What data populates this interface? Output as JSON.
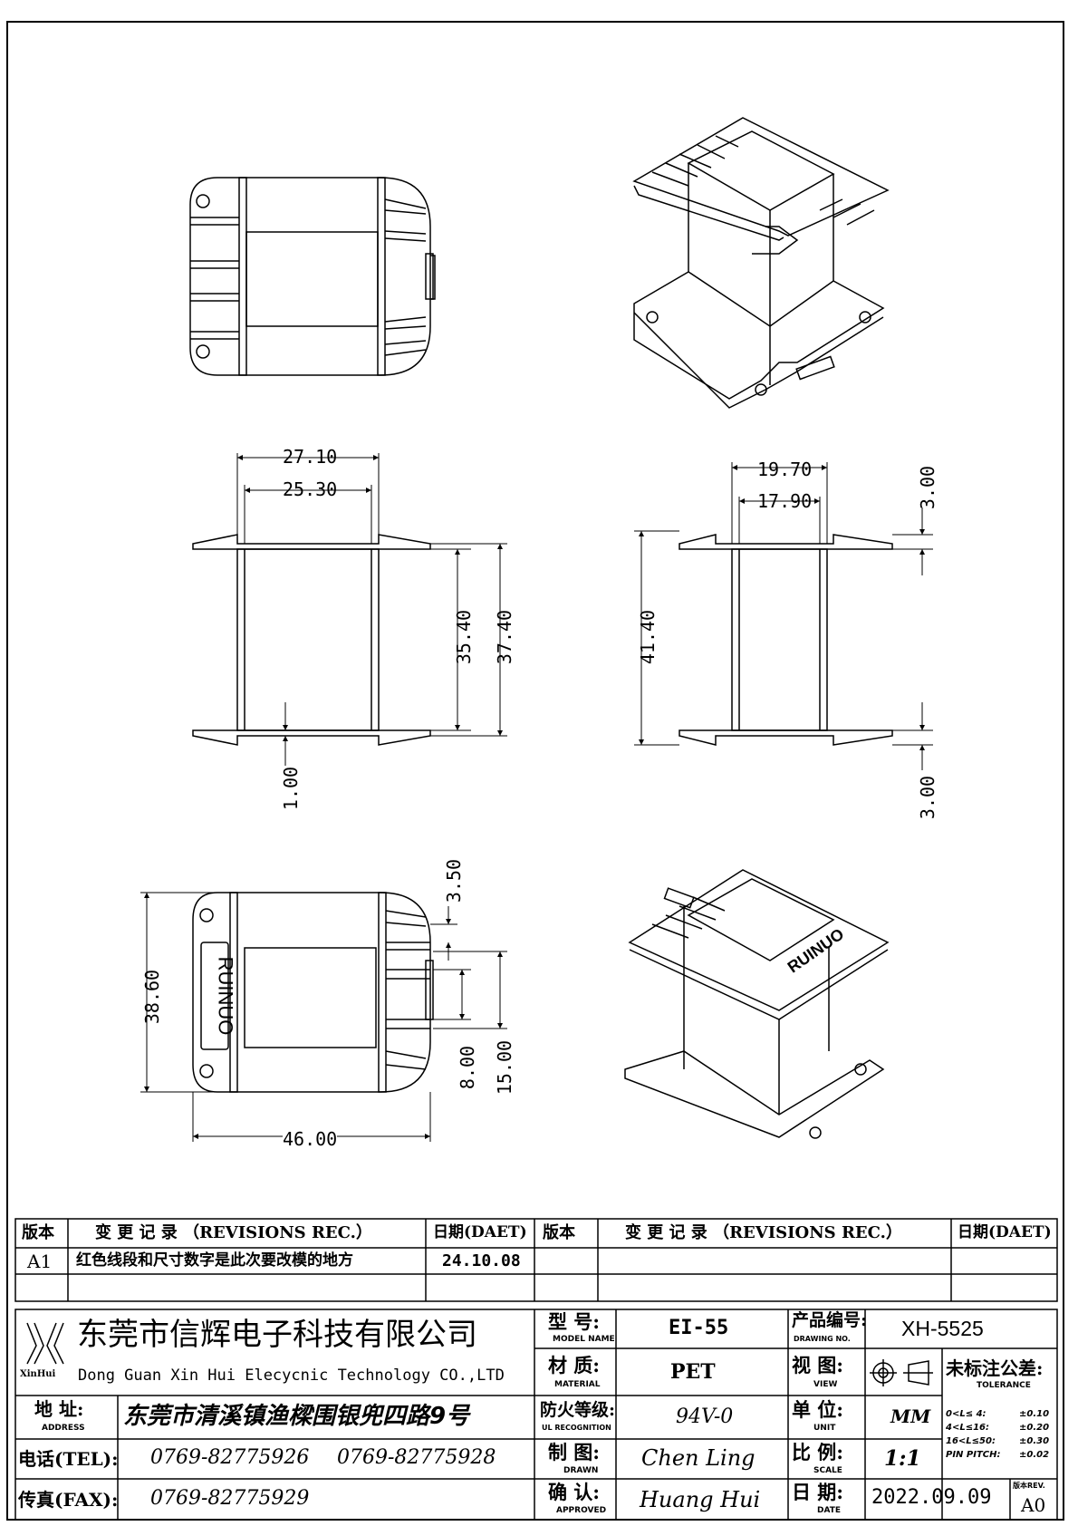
{
  "drawing": {
    "dimensions": {
      "top_width_outer": "27.10",
      "top_width_inner": "25.30",
      "height_inner": "35.40",
      "height_outer": "37.40",
      "flange_thickness": "1.00",
      "side_width_outer": "19.70",
      "side_width_inner": "17.90",
      "side_height": "41.40",
      "side_flange_top": "3.00",
      "side_flange_bottom": "3.00",
      "base_height": "38.60",
      "base_offset": "3.50",
      "pin_width_inner": "8.00",
      "pin_width_outer": "15.00",
      "base_width": "46.00"
    },
    "marking": "RUINUO"
  },
  "revisions": {
    "header": {
      "version": "版本",
      "changes": "变 更 记 录 （REVISIONS REC.）",
      "date": "日期(DAET)"
    },
    "rows": [
      {
        "version": "A1",
        "change": "红色线段和尺寸数字是此次要改模的地方",
        "date": "24.10.08"
      }
    ]
  },
  "title_block": {
    "company_cn": "东莞市信辉电子科技有限公司",
    "company_en": "Dong Guan Xin Hui Elecycnic Technology CO.,LTD",
    "logo_text": "XinHui",
    "address_label": "地  址:",
    "address_label_en": "ADDRESS",
    "address": "东莞市清溪镇渔樑围银兜四路9号",
    "tel_label": "电话(TEL):",
    "tel1": "0769-82775926",
    "tel2": "0769-82775928",
    "fax_label": "传真(FAX):",
    "fax": "0769-82775929",
    "model_label": "型  号:",
    "model_label_en": "MODEL NAME",
    "model": "EI-55",
    "material_label": "材  质:",
    "material_label_en": "MATERIAL",
    "material": "PET",
    "flame_label": "防火等级:",
    "flame_label_en": "UL RECOGNITION",
    "flame": "94V-0",
    "drawn_label": "制  图:",
    "drawn_label_en": "DRAWN",
    "drawn": "Chen Ling",
    "approved_label": "确  认:",
    "approved_label_en": "APPROVED",
    "approved": "Huang Hui",
    "part_label": "产品编号:",
    "part_label_en": "DRAWING NO.",
    "part": "XH-5525",
    "view_label": "视  图:",
    "view_label_en": "VIEW",
    "unit_label": "单  位:",
    "unit_label_en": "UNIT",
    "unit": "MM",
    "scale_label": "比  例:",
    "scale_label_en": "SCALE",
    "scale": "1:1",
    "date_label": "日  期:",
    "date_label_en": "DATE",
    "date": "2022.09.09",
    "tolerance_label": "未标注公差:",
    "tolerance_label_en": "TOLERANCE",
    "tolerances": [
      {
        "range": "0<L≤ 4:",
        "value": "±0.10"
      },
      {
        "range": "4<L≤16:",
        "value": "±0.20"
      },
      {
        "range": "16<L≤50:",
        "value": "±0.30"
      },
      {
        "range": "PIN PITCH:",
        "value": "±0.02"
      }
    ],
    "rev_label": "版本REV.",
    "rev": "A0"
  }
}
